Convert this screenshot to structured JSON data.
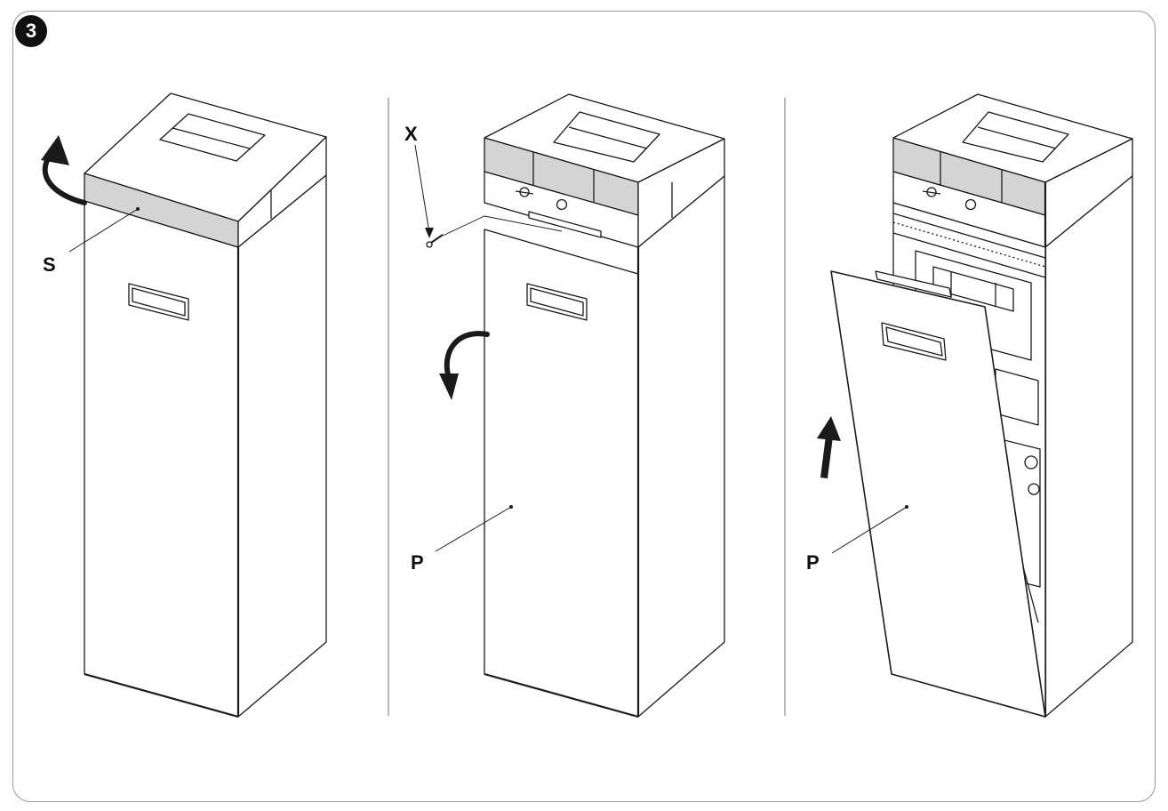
{
  "step_number": "3",
  "callouts": {
    "s": "S",
    "x": "X",
    "p_middle": "P",
    "p_right": "P"
  },
  "colors": {
    "line": "#1a1a1a",
    "panel_fill": "#ffffff",
    "grey_band": "#d4d4d4",
    "frame": "#9a9a9a"
  },
  "icons": [
    "curved-arrow-icon",
    "curved-arrow-icon",
    "up-arrow-icon"
  ]
}
